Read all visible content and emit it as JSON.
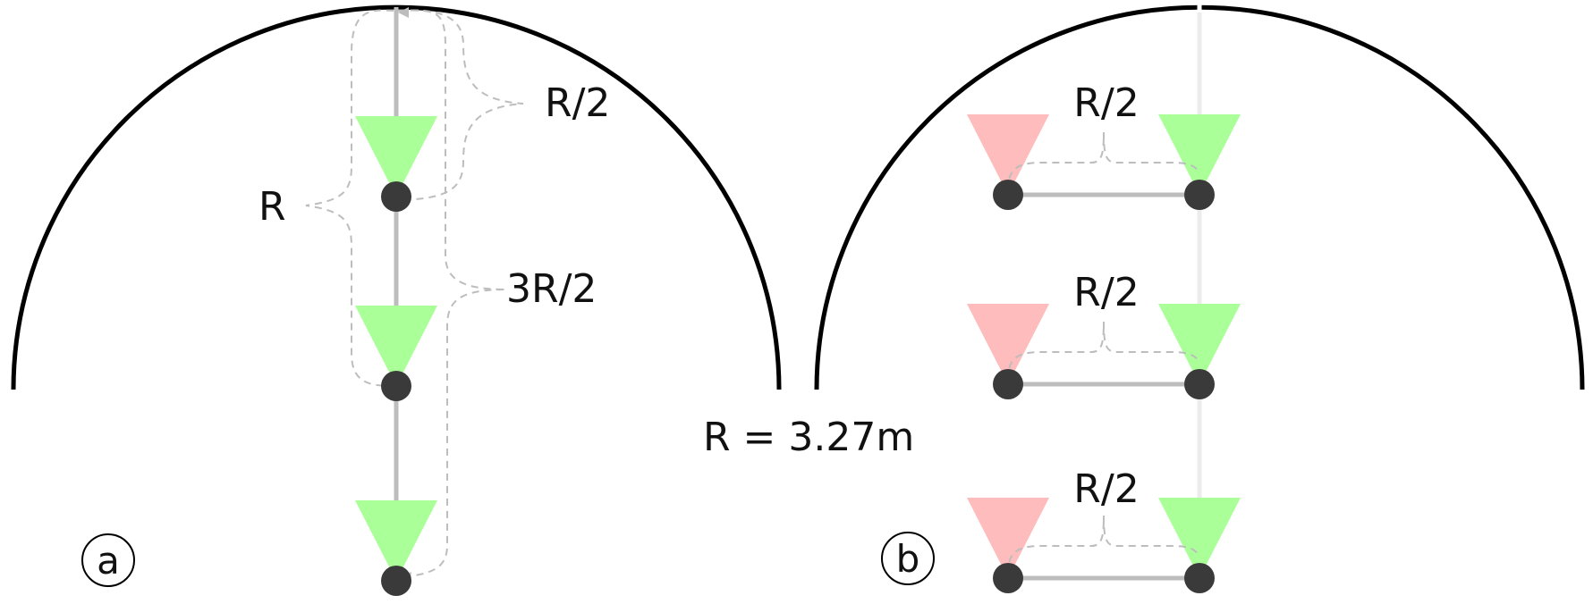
{
  "diagram": {
    "panel_a": {
      "tag": "a",
      "brace_labels": {
        "half": "R/2",
        "full": "R",
        "three_half": "3R/2"
      }
    },
    "center_label": "R = 3.27m",
    "panel_b": {
      "tag": "b",
      "spacing_labels": [
        "R/2",
        "R/2",
        "R/2"
      ]
    },
    "colors": {
      "arc": "#000000",
      "node": "#3a3a3a",
      "green_triangle": "#aaff99",
      "red_triangle": "#ffbcbc",
      "link": "#bdbdbd",
      "faint_link": "#ececec",
      "brace": "#bdbdbd"
    }
  }
}
